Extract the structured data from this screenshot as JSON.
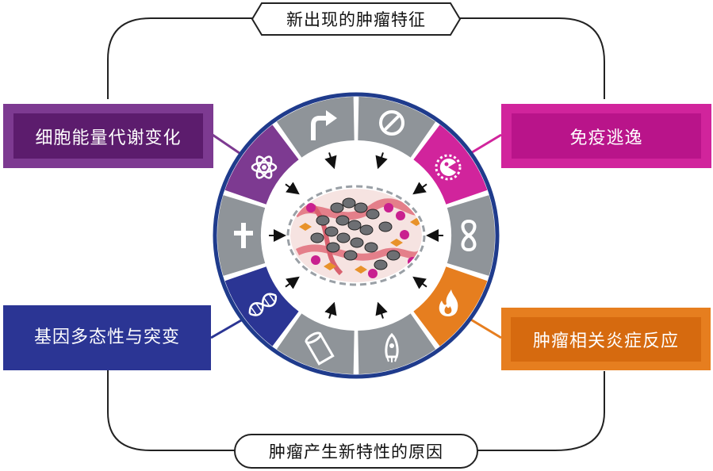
{
  "captions": {
    "top": "新出现的肿瘤特征",
    "bottom": "肿瘤产生新特性的原因"
  },
  "labels": {
    "metabolism": "细胞能量代谢变化",
    "immune": "免疫逃逸",
    "genome": "基因多态性与突变",
    "inflammation": "肿瘤相关炎症反应"
  },
  "colors": {
    "ring_border": "#1f3b8c",
    "ring_gray": "#8f9499",
    "metabolism": "#7d3a91",
    "immune": "#d1249c",
    "genome": "#2b3594",
    "inflammation": "#e67e1f",
    "connector": "#222222"
  },
  "icons": [
    "bent-arrow-icon",
    "no-entry-icon",
    "pacman-cell-icon",
    "infinity-icon",
    "fire-icon",
    "rocket-icon",
    "blood-vessel-icon",
    "dna-icon",
    "dagger-icon",
    "atom-icon"
  ]
}
